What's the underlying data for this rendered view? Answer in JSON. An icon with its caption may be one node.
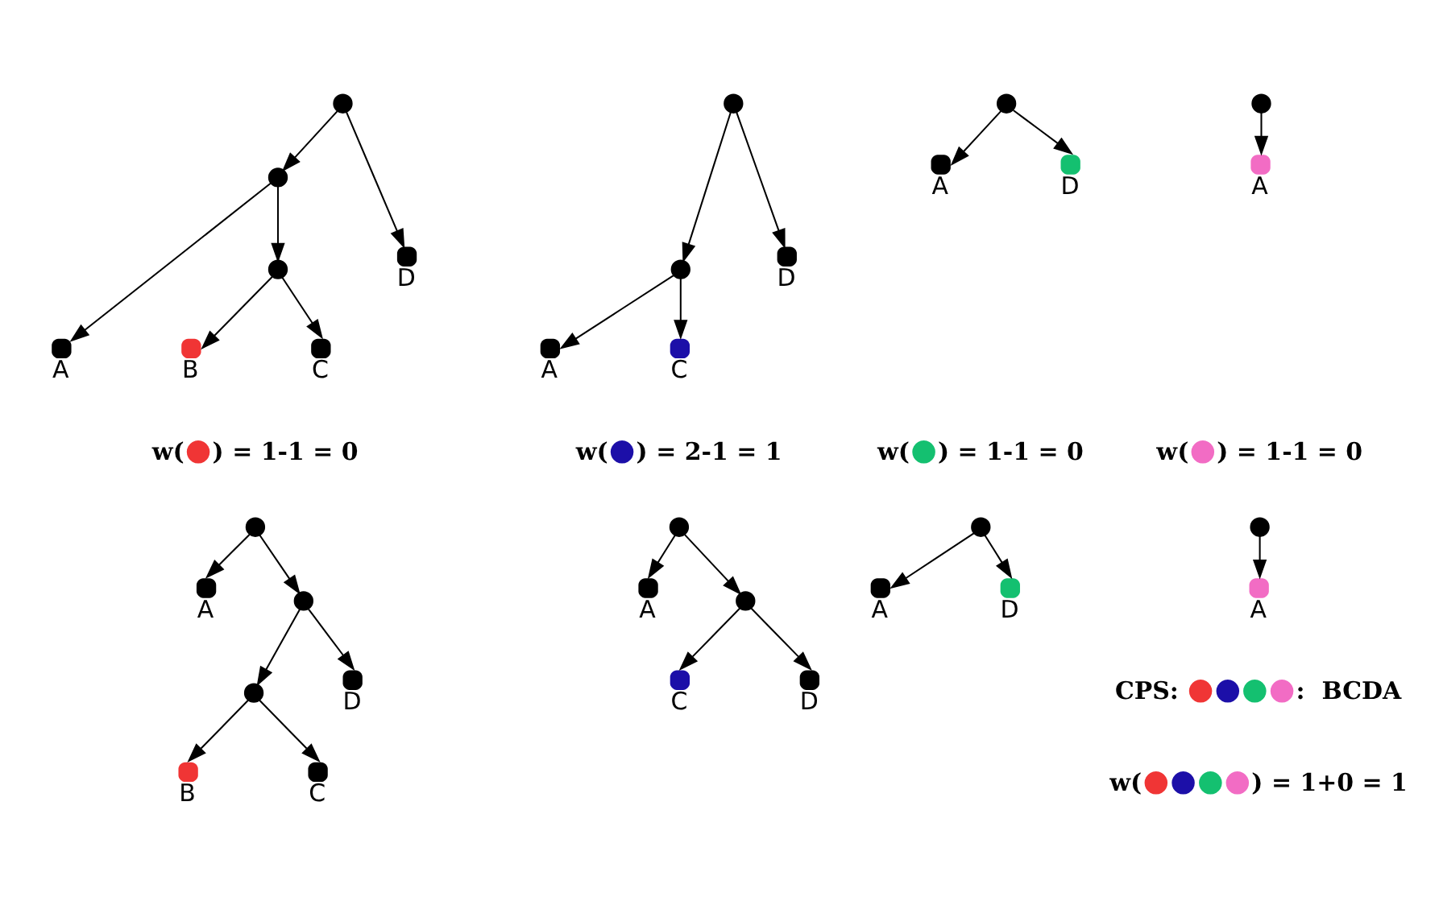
{
  "diagram": {
    "nodes": [
      {
        "text": [],
        "shape": "circle"
      },
      {
        "text": [],
        "shape": "circle"
      },
      {
        "text": [],
        "shape": "circle",
        "beside": [
          "A"
        ]
      },
      {
        "text": [],
        "shape": "circle"
      },
      {
        "text": [],
        "shape": "circle",
        "beside": [
          "D"
        ]
      },
      {
        "text": [],
        "shape": "circle",
        "beside": [
          "B"
        ]
      },
      {
        "text": [],
        "shape": "circle",
        "beside": [
          "C"
        ]
      },
      {
        "text": [],
        "shape": "circle"
      },
      {
        "text": [],
        "shape": "circle"
      },
      {
        "text": [],
        "shape": "circle",
        "beside": [
          "A"
        ]
      },
      {
        "text": [],
        "shape": "circle",
        "beside": [
          "D"
        ]
      },
      {
        "text": [],
        "shape": "circle",
        "beside": [
          "C"
        ]
      },
      {
        "text": [],
        "shape": "circle"
      },
      {
        "text": [],
        "shape": "circle",
        "beside": [
          "A"
        ]
      },
      {
        "text": [],
        "shape": "circle",
        "beside": [
          "D"
        ]
      },
      {
        "text": [],
        "shape": "circle"
      },
      {
        "text": [],
        "shape": "circle",
        "beside": [
          "A"
        ]
      },
      {
        "text": [],
        "shape": "circle"
      },
      {
        "text": [],
        "shape": "circle",
        "beside": [
          "A"
        ]
      },
      {
        "text": [],
        "shape": "circle"
      },
      {
        "text": [],
        "shape": "circle"
      },
      {
        "text": [],
        "shape": "circle",
        "beside": [
          "D"
        ]
      },
      {
        "text": [],
        "shape": "circle",
        "beside": [
          "B"
        ]
      },
      {
        "text": [],
        "shape": "circle",
        "beside": [
          "C"
        ]
      },
      {
        "text": [],
        "shape": "circle"
      },
      {
        "text": [],
        "shape": "circle",
        "beside": [
          "A"
        ]
      },
      {
        "text": [],
        "shape": "circle"
      },
      {
        "text": [],
        "shape": "circle",
        "beside": [
          "C"
        ]
      },
      {
        "text": [],
        "shape": "circle",
        "beside": [
          "D"
        ]
      },
      {
        "text": [],
        "shape": "circle"
      },
      {
        "text": [],
        "shape": "circle",
        "beside": [
          "A"
        ]
      },
      {
        "text": [],
        "shape": "circle",
        "beside": [
          "D"
        ]
      },
      {
        "text": [],
        "shape": "circle"
      },
      {
        "text": [],
        "shape": "circle",
        "beside": [
          "A"
        ]
      }
    ],
    "edges": [
      {
        "from": 0,
        "to": 1,
        "arrow": "to"
      },
      {
        "from": 0,
        "to": 4,
        "arrow": "to"
      },
      {
        "from": 1,
        "to": 2,
        "arrow": "to"
      },
      {
        "from": 1,
        "to": 3,
        "arrow": "to"
      },
      {
        "from": 3,
        "to": 5,
        "arrow": "to"
      },
      {
        "from": 3,
        "to": 6,
        "arrow": "to"
      },
      {
        "from": 7,
        "to": 8,
        "arrow": "to"
      },
      {
        "from": 7,
        "to": 10,
        "arrow": "to"
      },
      {
        "from": 8,
        "to": 9,
        "arrow": "to"
      },
      {
        "from": 8,
        "to": 11,
        "arrow": "to"
      },
      {
        "from": 12,
        "to": 13,
        "arrow": "to"
      },
      {
        "from": 12,
        "to": 14,
        "arrow": "to"
      },
      {
        "from": 15,
        "to": 16,
        "arrow": "to"
      },
      {
        "from": 17,
        "to": 18,
        "arrow": "to"
      },
      {
        "from": 17,
        "to": 19,
        "arrow": "to"
      },
      {
        "from": 19,
        "to": 20,
        "arrow": "to"
      },
      {
        "from": 19,
        "to": 21,
        "arrow": "to"
      },
      {
        "from": 20,
        "to": 22,
        "arrow": "to"
      },
      {
        "from": 20,
        "to": 23,
        "arrow": "to"
      },
      {
        "from": 24,
        "to": 25,
        "arrow": "to"
      },
      {
        "from": 24,
        "to": 26,
        "arrow": "to"
      },
      {
        "from": 26,
        "to": 27,
        "arrow": "to"
      },
      {
        "from": 26,
        "to": 28,
        "arrow": "to"
      },
      {
        "from": 29,
        "to": 30,
        "arrow": "to"
      },
      {
        "from": 29,
        "to": 31,
        "arrow": "to"
      },
      {
        "from": 32,
        "to": 33,
        "arrow": "to"
      }
    ],
    "labels": [
      "w(●) = 1-1 = 0",
      "w(●) = 2-1 = 1",
      "w(●) = 1-1 = 0",
      "w(●) = 1-1 = 0",
      "CPS: ●●●●:  BCDA",
      "w(●●●●) = 1+0 = 1"
    ]
  }
}
